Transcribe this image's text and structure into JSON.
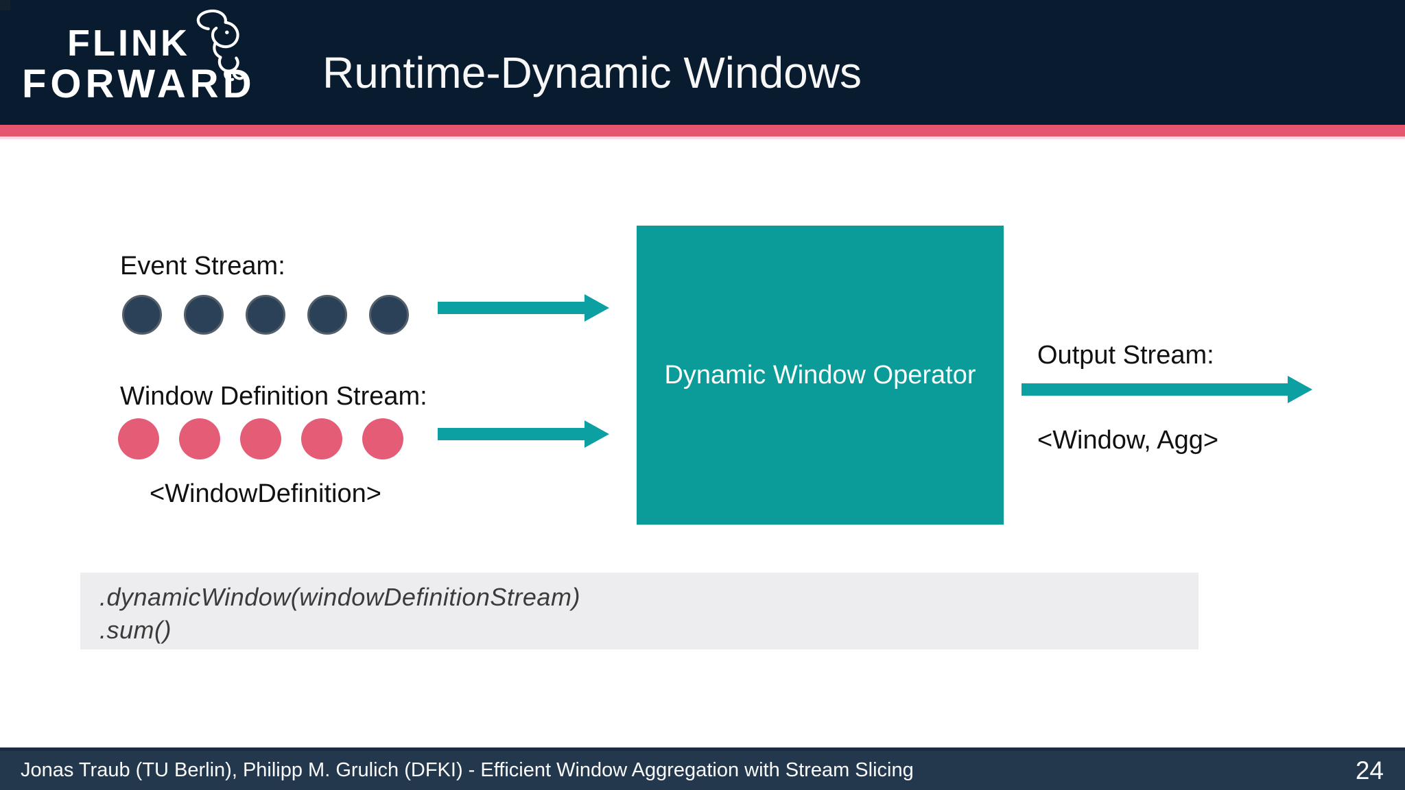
{
  "slide": {
    "title": "Runtime-Dynamic Windows",
    "page_number": "24",
    "footer": "Jonas Traub (TU Berlin), Philipp M. Grulich (DFKI) - Efficient Window Aggregation with Stream Slicing"
  },
  "logo": {
    "line1": "FLINK",
    "line2": "FORWARD",
    "icon": "squirrel-outline"
  },
  "diagram": {
    "event_stream": {
      "label": "Event Stream:",
      "dot_count": 5
    },
    "window_definition_stream": {
      "label": "Window Definition Stream:",
      "dot_count": 5,
      "type_label": "<WindowDefinition>"
    },
    "operator": {
      "label": "Dynamic Window Operator"
    },
    "output_stream": {
      "label": "Output Stream:",
      "type_label": "<Window, Agg>"
    }
  },
  "code": {
    "line1": ".dynamicWindow(windowDefinitionStream)",
    "line2": ".sum()"
  },
  "colors": {
    "header_bg": "#081b2f",
    "corner_bg": "#13212f",
    "accent_pink": "#e5576f",
    "accent_pink_light": "#f7dde3",
    "arrow_teal": "#0da0a2",
    "operator_teal": "#0b9c9a",
    "navy_dot": "#2b4158",
    "navy_dot_border": "#53606b",
    "pink_dot": "#e55c77",
    "footer_bg": "#24384d",
    "footer_border": "#1b2d40",
    "code_bg": "#edecef",
    "code_text": "#3b3b3b"
  }
}
